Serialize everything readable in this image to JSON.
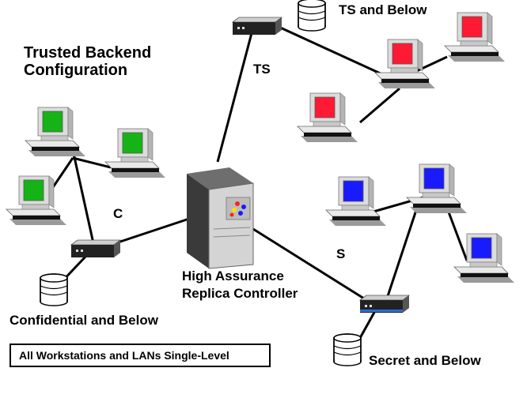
{
  "title": {
    "line1": "Trusted Backend",
    "line2": "Configuration"
  },
  "controller": {
    "line1": "High Assurance",
    "line2": "Replica Controller"
  },
  "networks": {
    "ts": {
      "link_label": "TS",
      "storage_label": "TS and Below",
      "screen_color": "#ff1a33"
    },
    "confidential": {
      "link_label": "C",
      "storage_label": "Confidential and Below",
      "screen_color": "#16b316"
    },
    "secret": {
      "link_label": "S",
      "storage_label": "Secret and Below",
      "screen_color": "#1a1aff"
    }
  },
  "footer_note": "All Workstations  and LANs Single-Level"
}
